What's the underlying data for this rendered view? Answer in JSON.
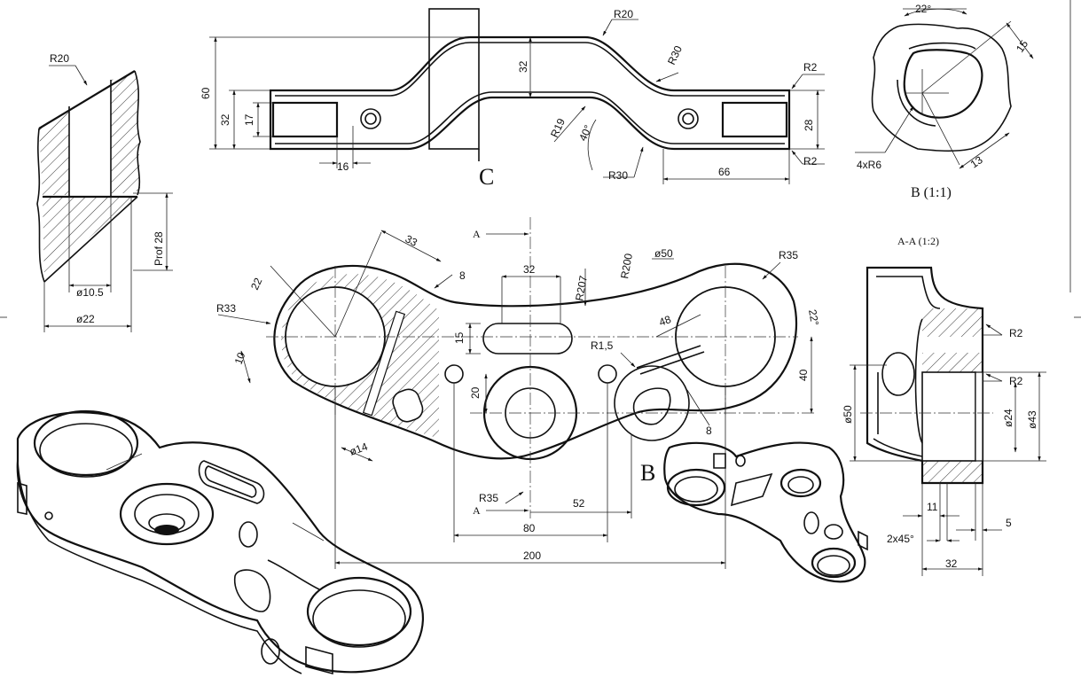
{
  "views": {
    "section_aa": {
      "title": "A-A (1:2)"
    },
    "detail_b": {
      "title": "B (1:1)",
      "marker": "B"
    },
    "view_c": {
      "marker": "C"
    },
    "section_marks": {
      "a_top": "A",
      "a_bottom": "A"
    }
  },
  "dims": {
    "left_detail": {
      "r20": "R20",
      "d10_5": "ø10.5",
      "d22": "ø22",
      "prof": "Prof 28"
    },
    "side": {
      "r20": "R20",
      "r30a": "R30",
      "r2a": "R2",
      "r2b": "R2",
      "r19": "R19",
      "r30b": "R30",
      "a40": "40°",
      "h60": "60",
      "h32a": "32",
      "h17": "17",
      "h32b": "32",
      "w16": "16",
      "h28": "28",
      "w66": "66"
    },
    "detail_b": {
      "a22": "22°",
      "d15": "15",
      "d13": "13",
      "r6": "4xR6"
    },
    "top": {
      "d33": "33",
      "d8": "8",
      "d32": "32",
      "r207": "R207",
      "r200": "R200",
      "d50": "ø50",
      "r35a": "R35",
      "d22": "22",
      "r33": "R33",
      "d10": "10",
      "d15": "15",
      "d20": "20",
      "r1_5": "R1,5",
      "d48": "48",
      "a22": "22°",
      "d40": "40",
      "d14": "ø14",
      "r35b": "R35",
      "d52": "52",
      "d80": "80",
      "d200": "200"
    },
    "section_aa": {
      "r2a": "R2",
      "r2b": "R2",
      "d50": "ø50",
      "d24": "ø24",
      "d43": "ø43",
      "d11": "11",
      "d5": "5",
      "c2x45": "2x45°",
      "d32": "32"
    }
  },
  "colors": {
    "line": "#111111",
    "background": "#ffffff"
  }
}
